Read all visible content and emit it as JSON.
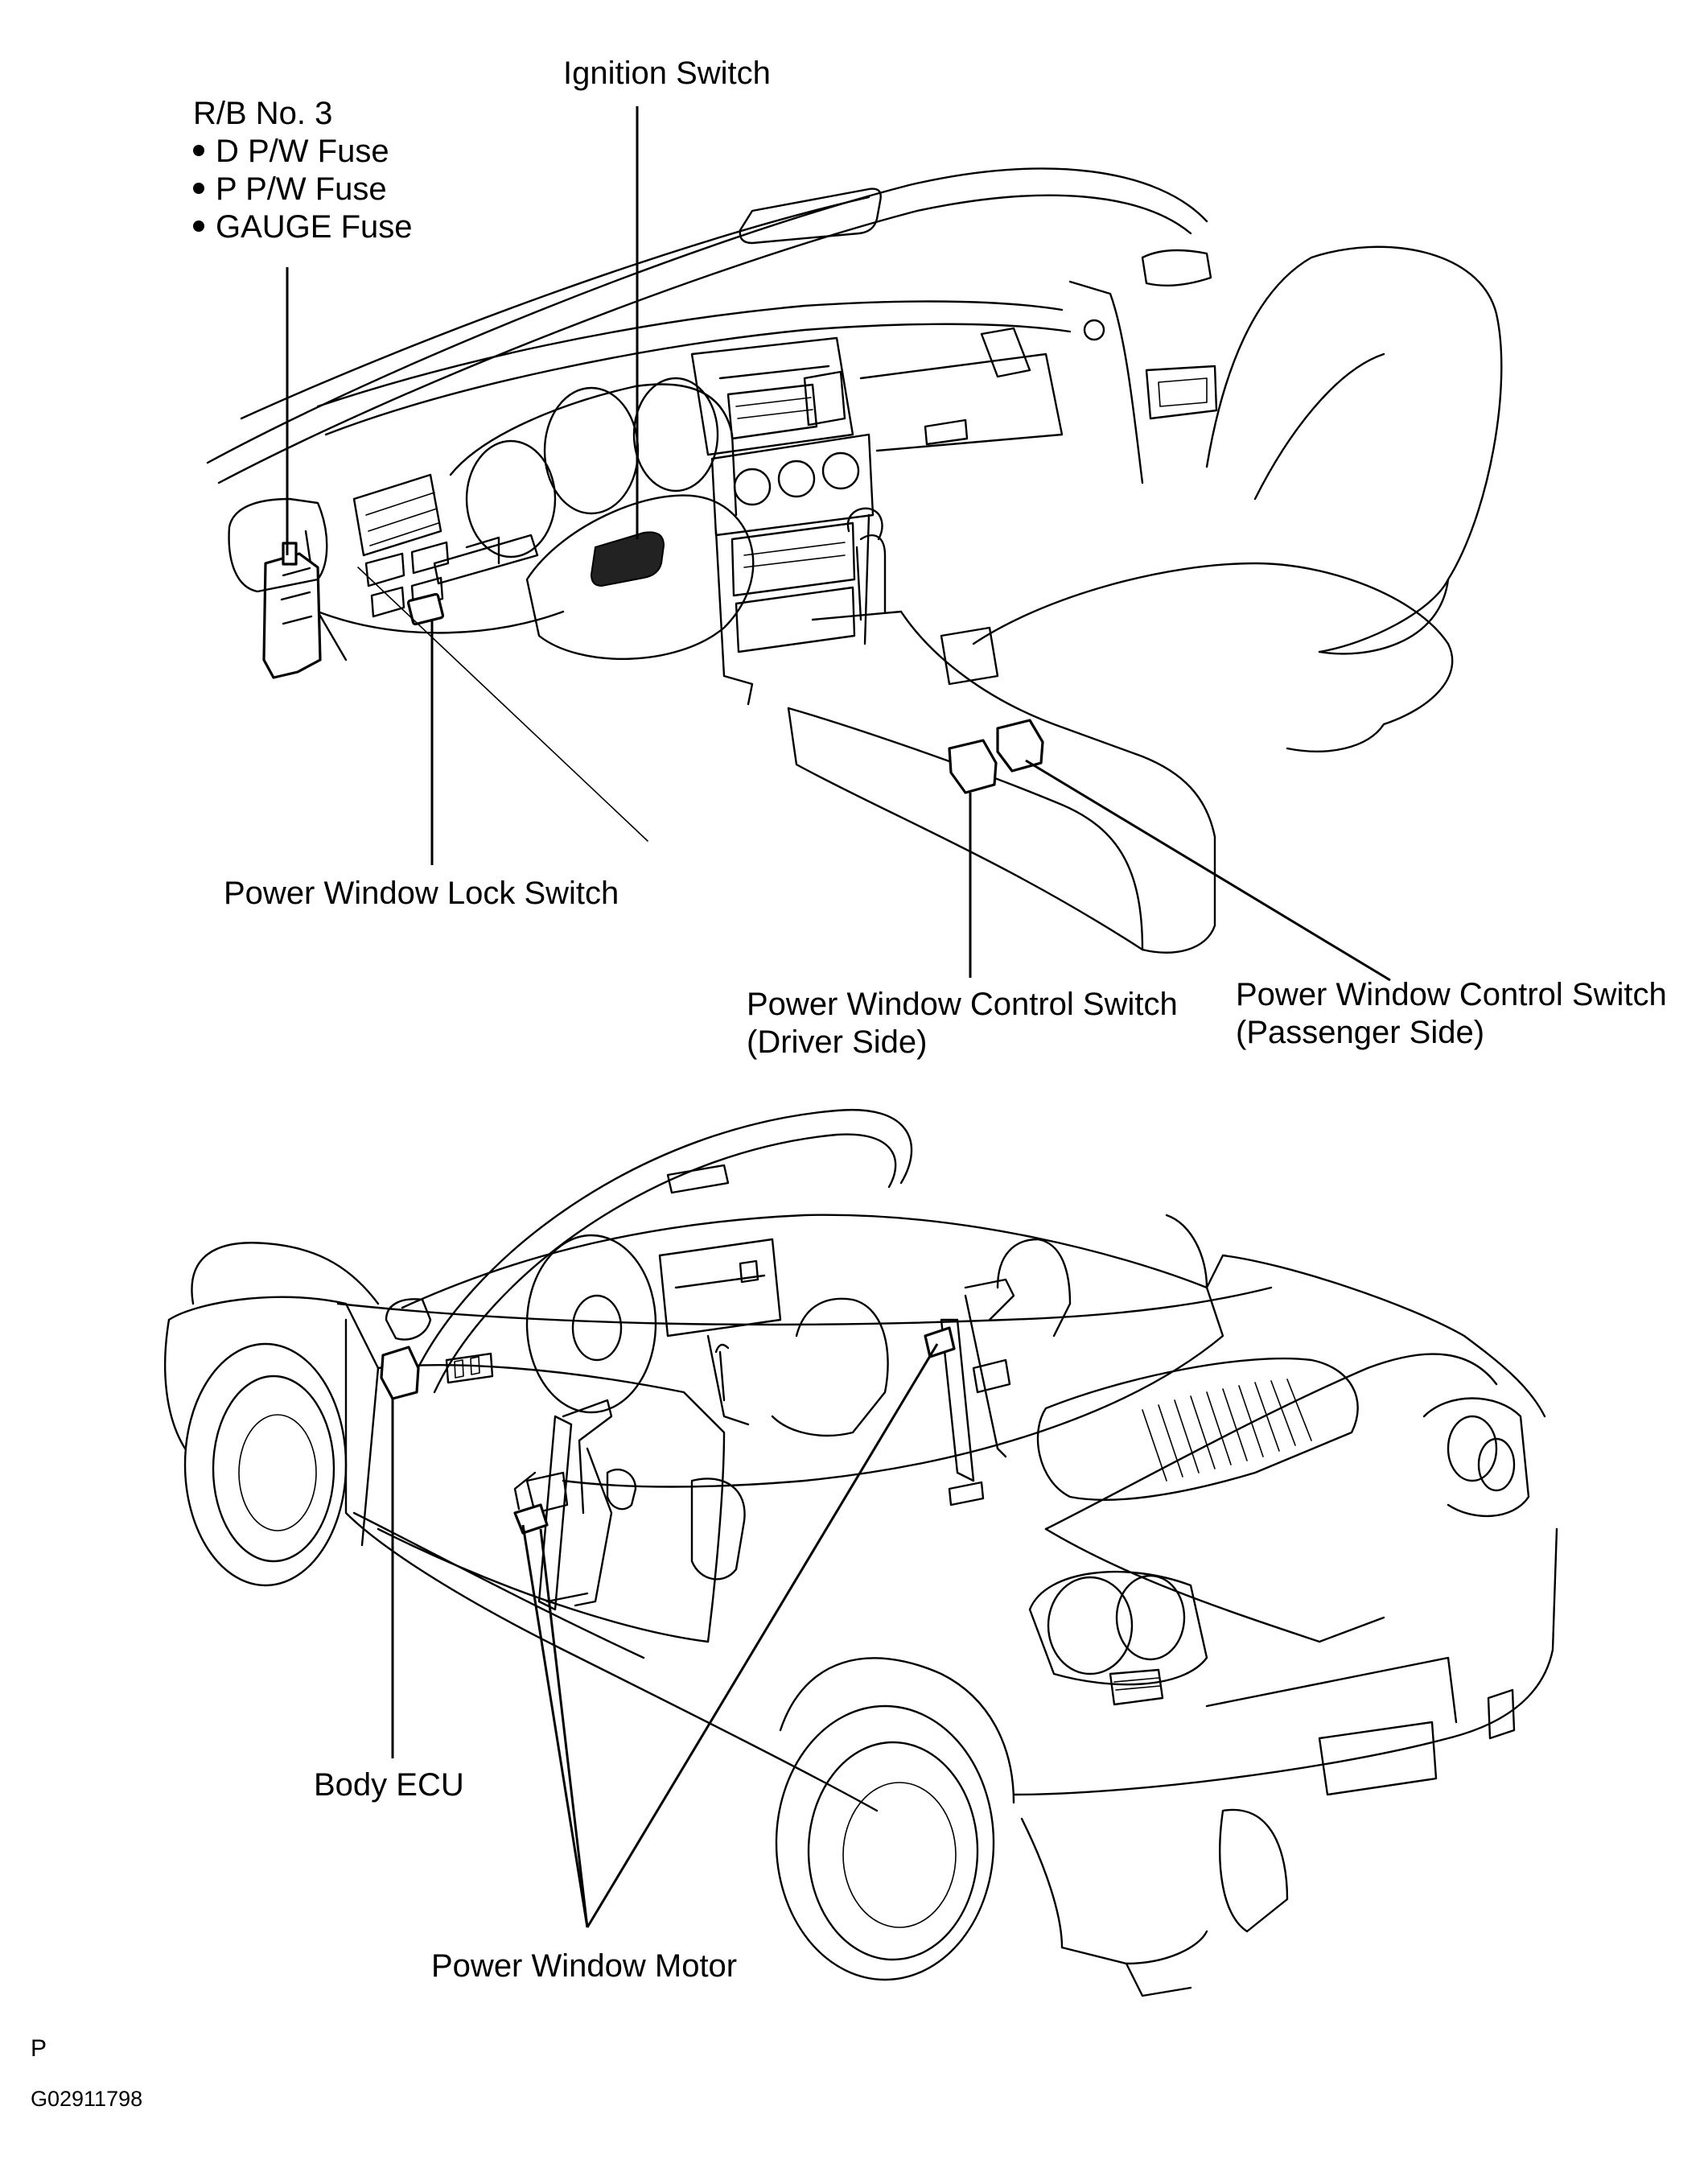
{
  "labels": {
    "rb_title": "R/B No. 3",
    "rb_items": [
      "D P/W Fuse",
      "P P/W Fuse",
      "GAUGE Fuse"
    ],
    "ignition_switch": "Ignition Switch",
    "power_window_lock_switch": "Power Window Lock Switch",
    "control_switch_driver_line1": "Power Window Control Switch",
    "control_switch_driver_line2": "(Driver Side)",
    "control_switch_passenger_line1": "Power Window Control Switch",
    "control_switch_passenger_line2": "(Passenger Side)",
    "body_ecu": "Body ECU",
    "power_window_motor": "Power Window Motor"
  },
  "footer": {
    "section_letter": "P",
    "figure_code": "G02911798"
  },
  "colors": {
    "line": "#000000",
    "background": "#ffffff"
  }
}
